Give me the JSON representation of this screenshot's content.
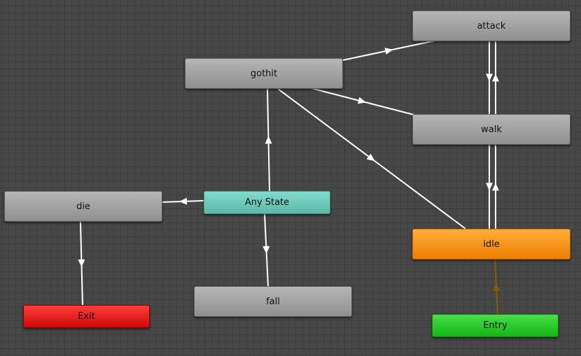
{
  "states": {
    "attack": "attack",
    "gothit": "gothit",
    "walk": "walk",
    "die": "die",
    "any_state": "Any State",
    "idle": "idle",
    "exit": "Exit",
    "fall": "fall",
    "entry": "Entry"
  },
  "colors": {
    "background": "#474747",
    "state_default": "#a3a3a3",
    "any_state": "#6fcab9",
    "default_state": "#f5920f",
    "entry": "#22c922",
    "exit": "#e21d1d",
    "transition": "#ffffff",
    "entry_transition": "#8a5a00"
  }
}
